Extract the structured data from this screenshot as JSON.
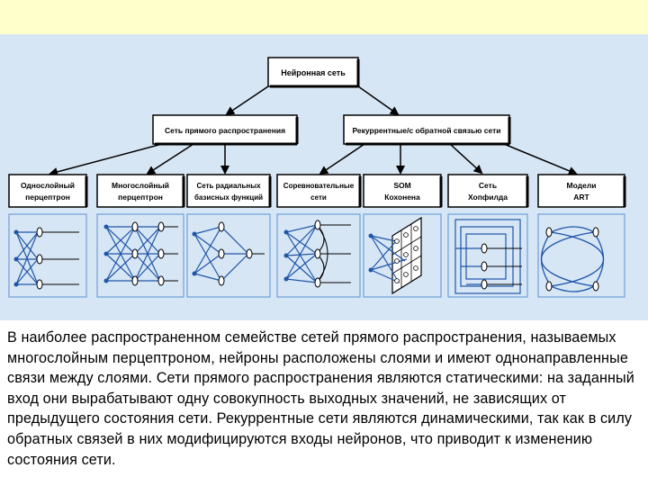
{
  "diagram": {
    "root": "Нейронная сеть",
    "groups": [
      "Сеть прямого распространения",
      "Рекуррентные/с обратной связью сети"
    ],
    "leaves": [
      [
        "Однослойный",
        "перцептрон"
      ],
      [
        "Многослойный",
        "перцептрон"
      ],
      [
        "Сеть радиальных",
        "базисных функций"
      ],
      [
        "Соревновательные",
        "сети"
      ],
      [
        "SOM",
        "Кохонена"
      ],
      [
        "Сеть",
        "Хопфилда"
      ],
      [
        "Модели",
        "ART"
      ]
    ]
  },
  "caption": "В наиболее распространенном семействе сетей прямого распространения, называемых многослойным перцептроном, нейроны расположены слоями и имеют однонаправленные связи между слоями. Сети прямого распространения являются статическими: на заданный вход они вырабатывают одну совокупность выходных значений, не зависящих от предыдущего состояния сети. Рекуррентные сети являются динамическими, так как в силу обратных связей в них модифицируются входы нейронов, что приводит к изменению состояния сети."
}
